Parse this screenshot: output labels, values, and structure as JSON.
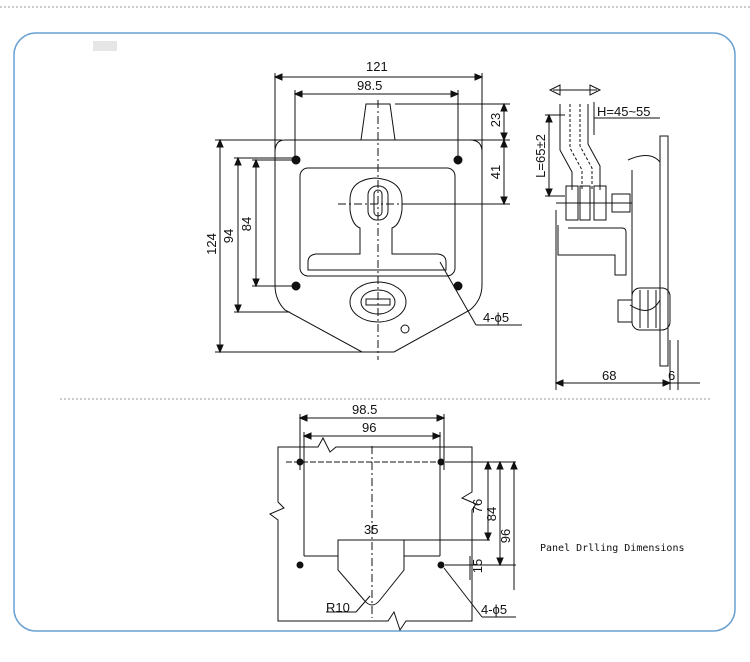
{
  "front_view": {
    "width_overall": "121",
    "width_holes": "98.5",
    "height_top": "23",
    "height_handle": "41",
    "height_overall": "124",
    "height_94": "94",
    "height_84": "84",
    "holes": "4-ϕ5"
  },
  "side_view": {
    "h_range": "H=45~55",
    "l_range": "L=65±2",
    "depth": "68",
    "flange": "6"
  },
  "panel_cutout": {
    "title": "Panel Drlling Dimensions",
    "width_holes": "98.5",
    "width_inner": "96",
    "height_76": "76",
    "height_84": "84",
    "height_96": "96",
    "slot_width": "35",
    "slot_height": "15",
    "radius": "R10",
    "holes": "4-ϕ5"
  },
  "colors": {
    "frame": "#6aa1d3",
    "line": "#111111",
    "dashed": "#9a9a9a"
  }
}
